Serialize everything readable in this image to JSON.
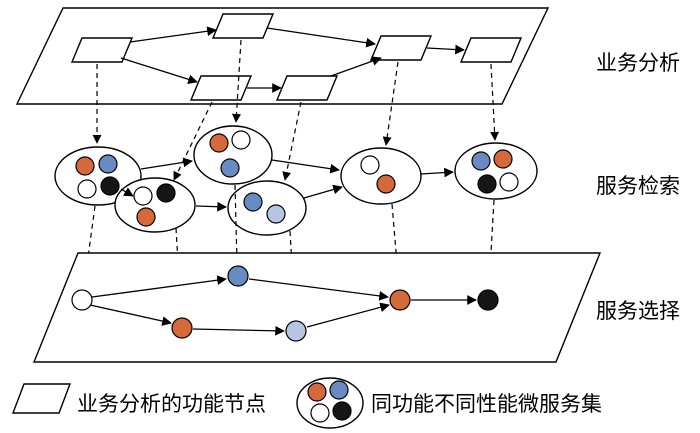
{
  "colors": {
    "orange": "#d5693b",
    "blue": "#6a8bc1",
    "light_blue": "#b7c5e4",
    "black": "#161616",
    "white": "#ffffff",
    "line": "#000000"
  },
  "layers": {
    "business_analysis": "业务分析",
    "service_retrieval": "服务检索",
    "service_selection": "服务选择"
  },
  "legend": {
    "function_node": "业务分析的功能节点",
    "microservice_set": "同功能不同性能微服务集"
  },
  "structure": {
    "function_node_count": 6,
    "workflow_edges": [
      [
        1,
        2
      ],
      [
        1,
        3
      ],
      [
        3,
        4
      ],
      [
        2,
        5
      ],
      [
        4,
        5
      ],
      [
        5,
        6
      ]
    ],
    "service_sets": [
      {
        "id": 1,
        "services": [
          "orange",
          "blue",
          "white",
          "black"
        ]
      },
      {
        "id": 2,
        "services": [
          "white",
          "black",
          "orange"
        ]
      },
      {
        "id": 3,
        "services": [
          "orange",
          "white",
          "blue"
        ]
      },
      {
        "id": 4,
        "services": [
          "blue",
          "light_blue"
        ]
      },
      {
        "id": 5,
        "services": [
          "white",
          "orange"
        ]
      },
      {
        "id": 6,
        "services": [
          "blue",
          "orange",
          "black",
          "white"
        ]
      }
    ],
    "selected_services": [
      "white",
      "orange",
      "blue",
      "light_blue",
      "orange",
      "black"
    ]
  }
}
